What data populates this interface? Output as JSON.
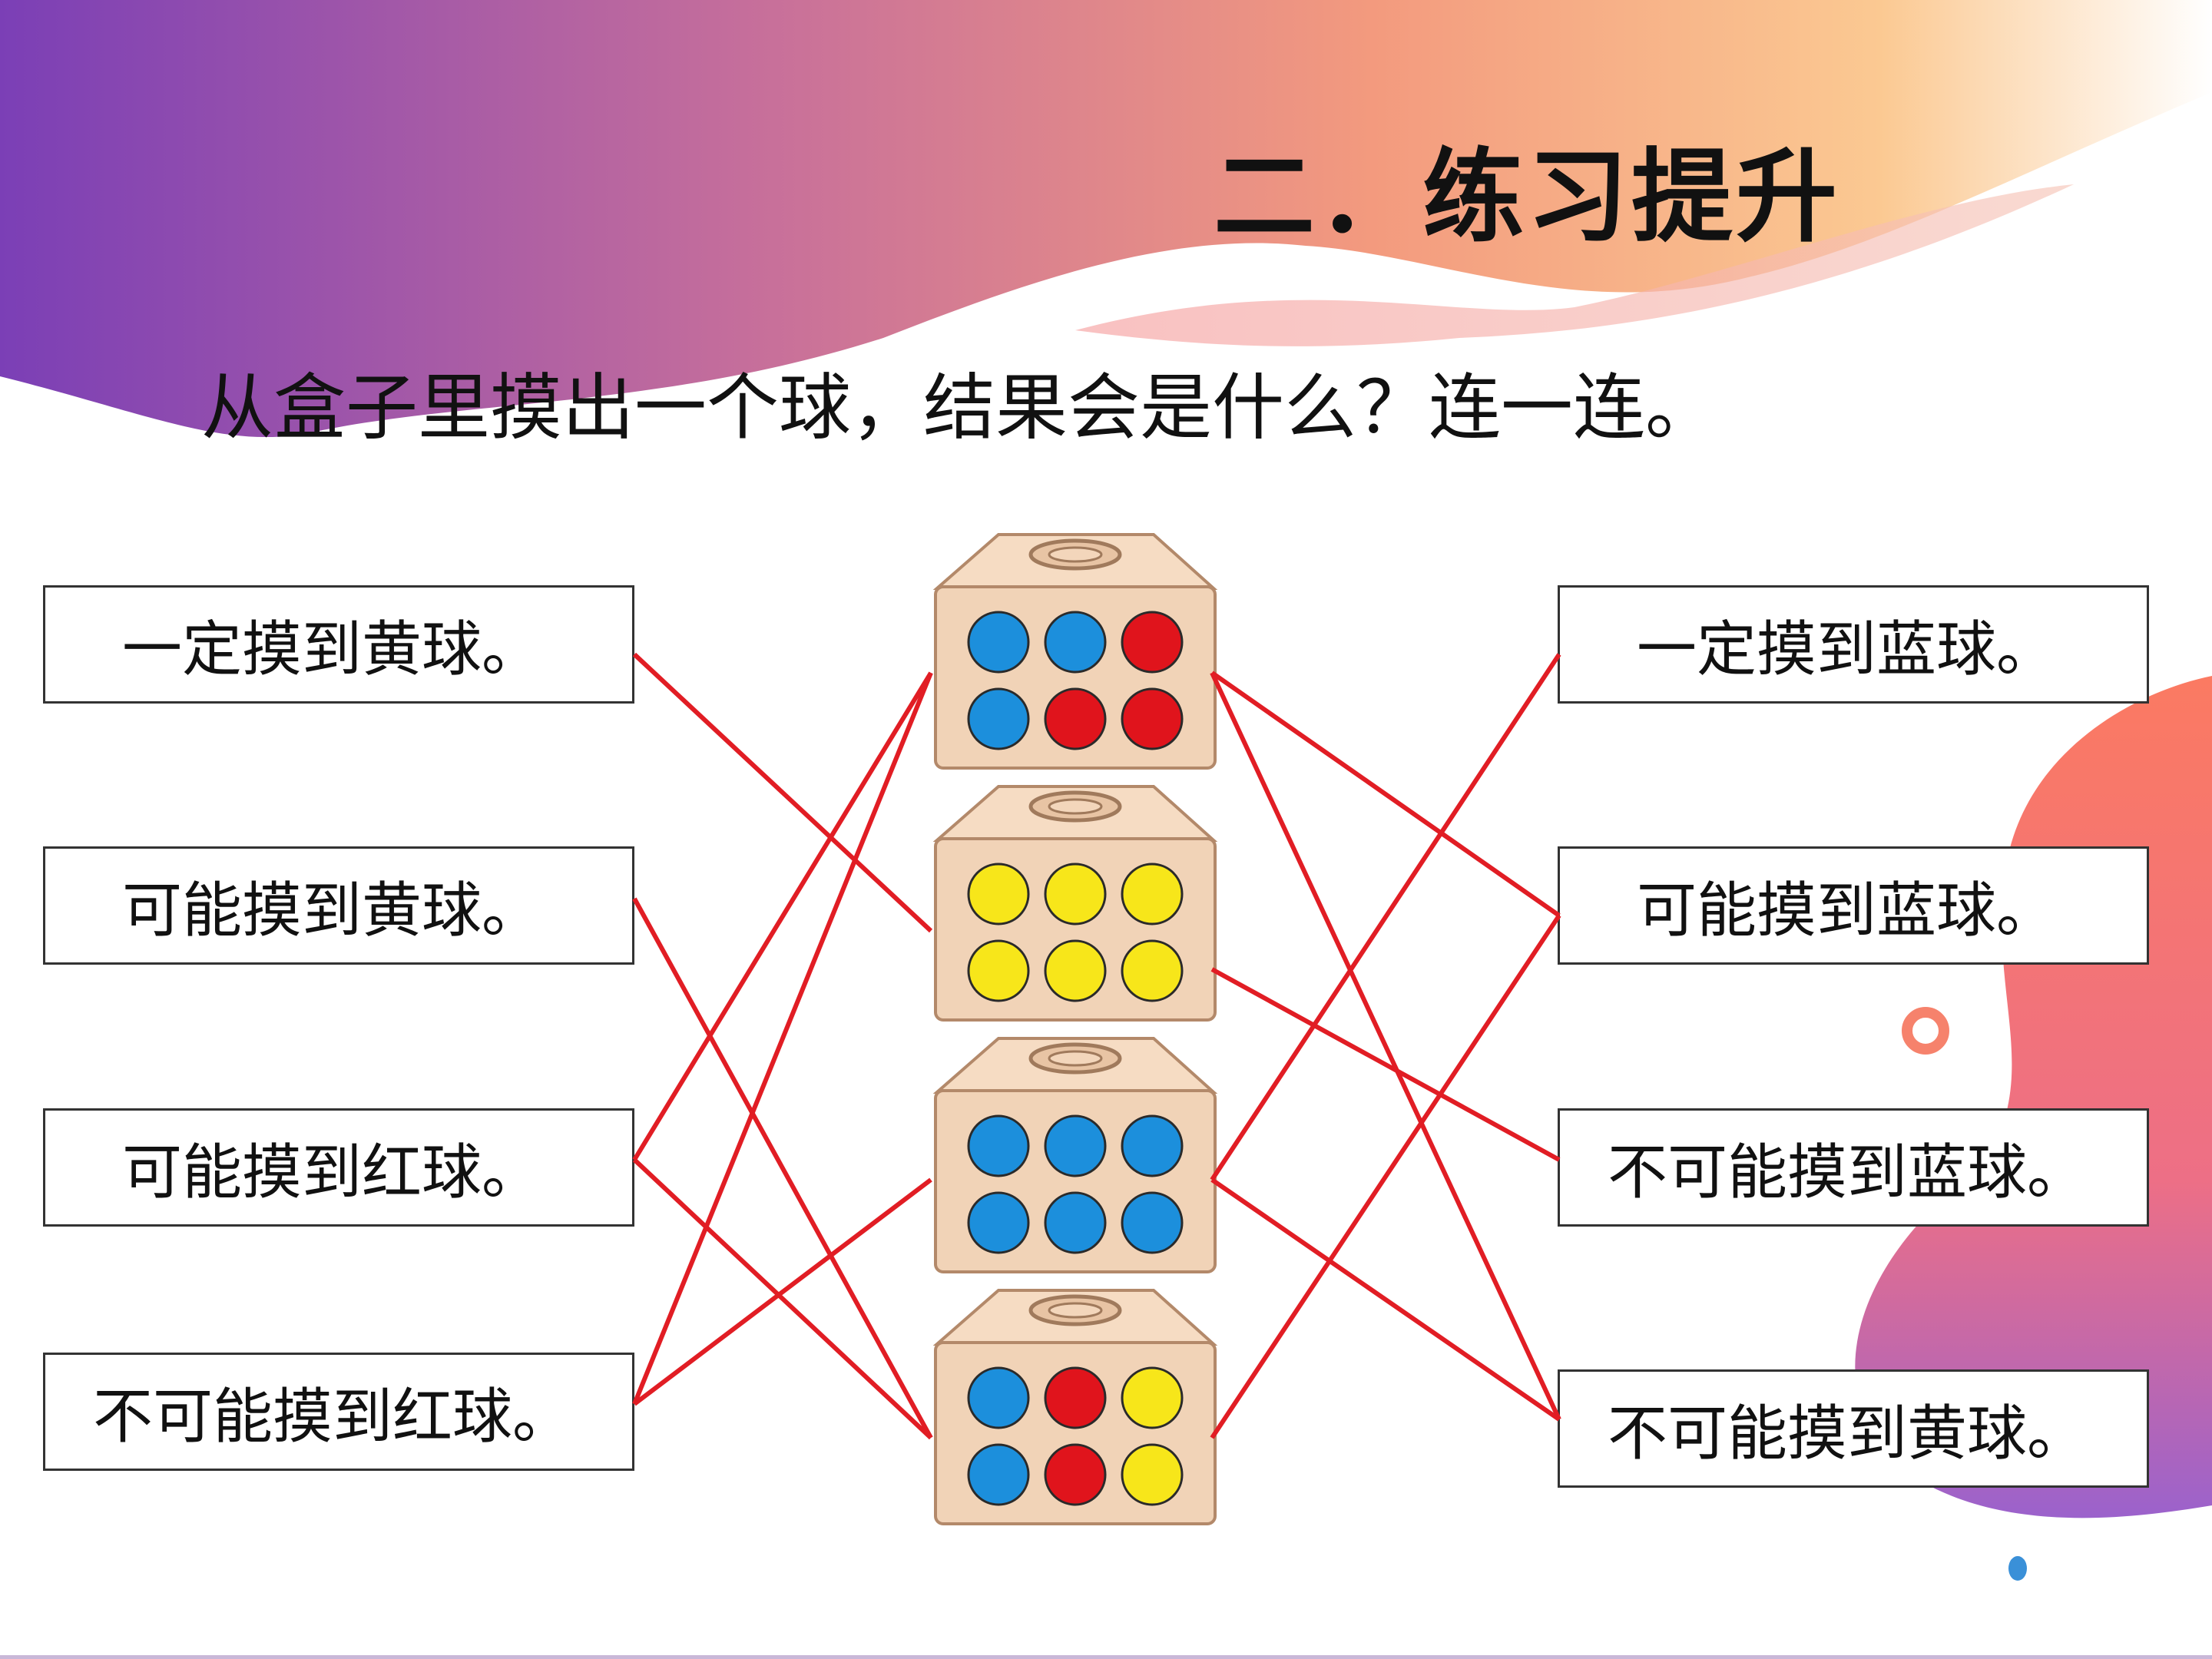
{
  "title": "二．练习提升",
  "instruction": "从盒子里摸出一个球，结果会是什么？连一连。",
  "left_labels": [
    "一定摸到黄球。",
    "可能摸到黄球。",
    "可能摸到红球。",
    "不可能摸到红球。"
  ],
  "right_labels": [
    "一定摸到蓝球。",
    "可能摸到蓝球。",
    "不可能摸到蓝球。",
    "不可能摸到黄球。"
  ],
  "boxes": [
    {
      "balls": [
        "blue",
        "blue",
        "red",
        "blue",
        "red",
        "red"
      ]
    },
    {
      "balls": [
        "yellow",
        "yellow",
        "yellow",
        "yellow",
        "yellow",
        "yellow"
      ]
    },
    {
      "balls": [
        "blue",
        "blue",
        "blue",
        "blue",
        "blue",
        "blue"
      ]
    },
    {
      "balls": [
        "blue",
        "red",
        "yellow",
        "blue",
        "red",
        "yellow"
      ]
    }
  ],
  "links": {
    "left": [
      [
        0,
        1
      ],
      [
        1,
        3
      ],
      [
        2,
        0
      ],
      [
        2,
        3
      ],
      [
        3,
        2
      ],
      [
        3,
        0
      ]
    ],
    "right": [
      [
        0,
        1
      ],
      [
        0,
        3
      ],
      [
        1,
        2
      ],
      [
        2,
        0
      ],
      [
        2,
        3
      ],
      [
        3,
        1
      ]
    ]
  },
  "colors": {
    "blue": "#1c8fdc",
    "red": "#e0141c",
    "yellow": "#f7e61a",
    "line": "#e11d24",
    "box_face": "#f1d3b7",
    "box_edge": "#b3896a"
  }
}
